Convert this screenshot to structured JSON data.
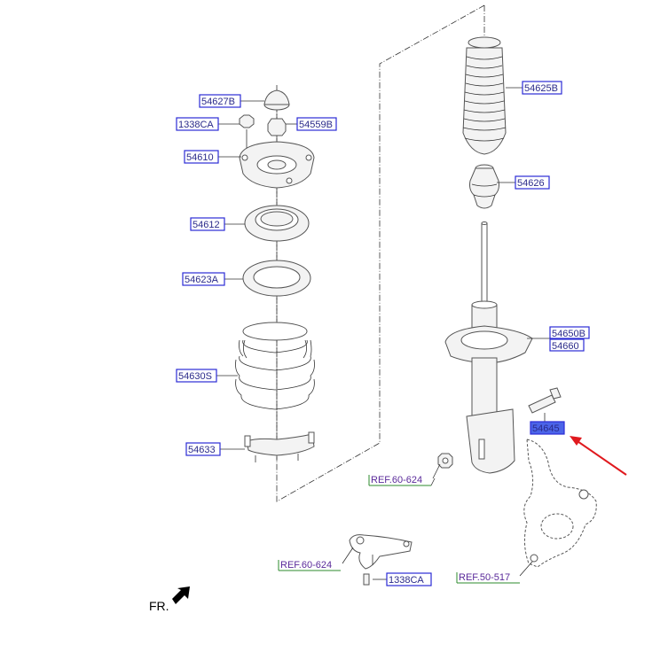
{
  "parts": {
    "p54627B": "54627B",
    "p1338CA_top": "1338CA",
    "p54559B": "54559B",
    "p54610": "54610",
    "p54612": "54612",
    "p54623A": "54623A",
    "p54630S": "54630S",
    "p54633": "54633",
    "p54625B": "54625B",
    "p54626": "54626",
    "p54650B": "54650B",
    "p54660": "54660",
    "p54645": "54645",
    "p1338CA_bottom": "1338CA"
  },
  "refs": {
    "ref_60_624_a": "REF.60-624",
    "ref_60_624_b": "REF.60-624",
    "ref_50_517": "REF.50-517"
  },
  "orientation": {
    "label": "FR."
  },
  "colors": {
    "label_box": "#2b2bd6",
    "highlight": "#4b64e8",
    "ref_underline": "#2e8b2e",
    "arrow": "#e0191e"
  }
}
